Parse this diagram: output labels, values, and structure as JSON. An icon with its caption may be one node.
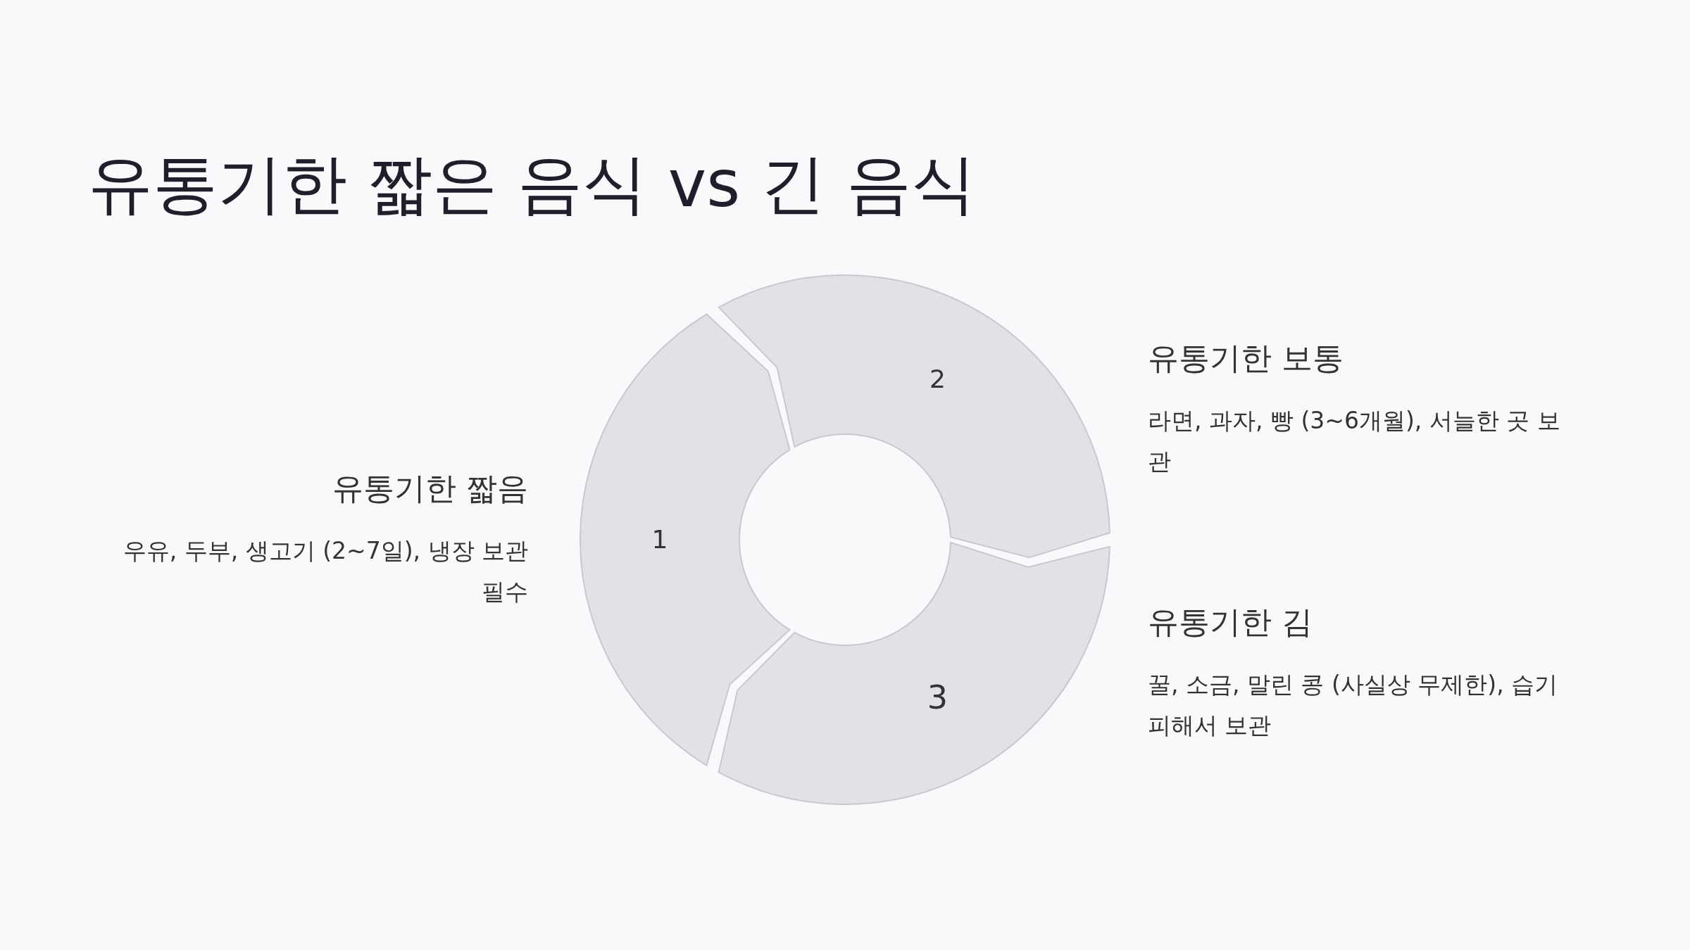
{
  "diagram": {
    "title": "유통기한 짧은 음식 vs 긴 음식",
    "nodes": [
      {
        "text": [
          "1"
        ],
        "beside": [
          "유통기한 짧음",
          "우유, 두부, 생고기 (2~7일), 냉장 보관 필수"
        ]
      },
      {
        "text": [
          "2"
        ],
        "beside": [
          "유통기한 보통",
          "라면, 과자, 빵 (3~6개월), 서늘한 곳 보관"
        ]
      },
      {
        "text": [
          "3"
        ],
        "beside": [
          "유통기한 김",
          "꿀, 소금, 말린 콩 (사실상 무제한), 습기 피해서 보관"
        ]
      }
    ],
    "edges": []
  }
}
